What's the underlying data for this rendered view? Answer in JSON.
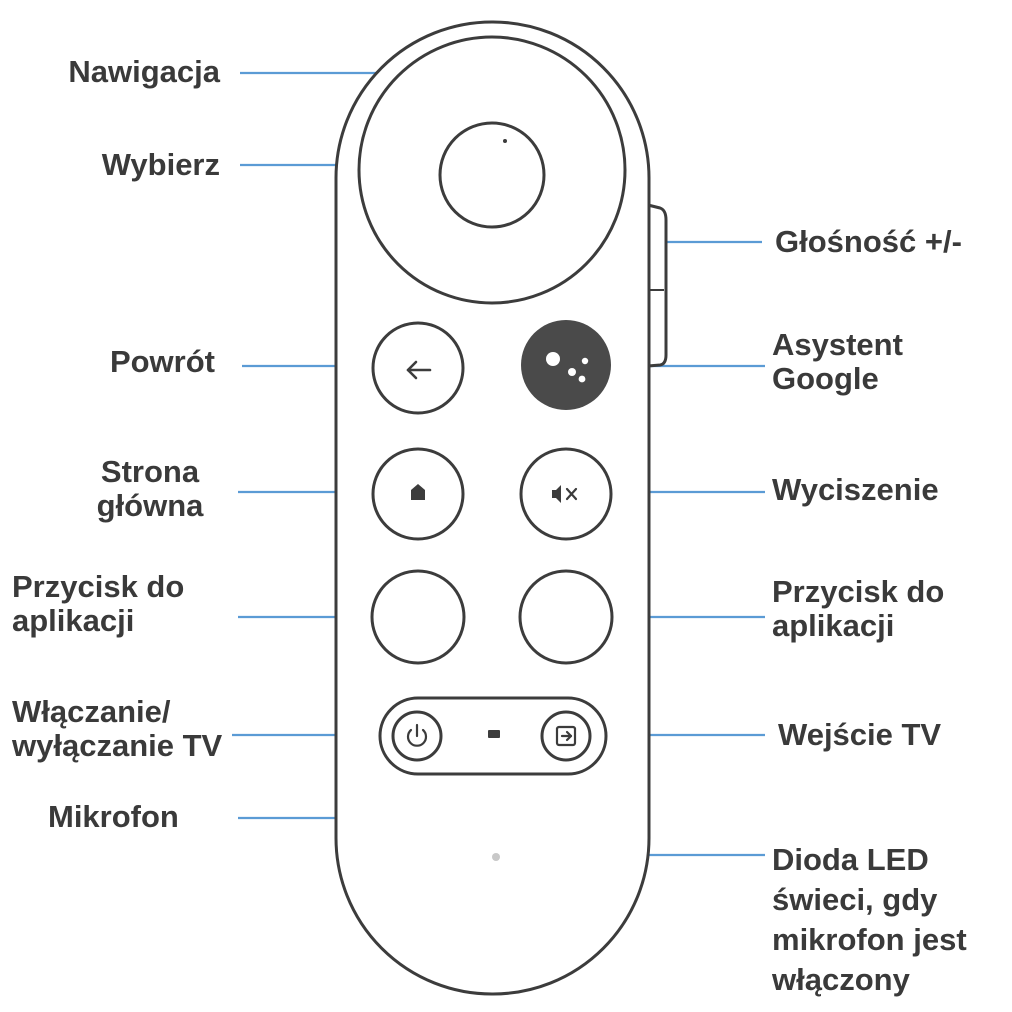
{
  "colors": {
    "outline": "#3c3c3c",
    "leader_line": "#5b9bd5",
    "label_text": "#3a3a3a",
    "assistant_button": "#4a4a4a",
    "led": "#c8c8c8"
  },
  "labels": {
    "navigation": "Nawigacja",
    "select": "Wybierz",
    "volume": "Głośność +/-",
    "back": "Powrót",
    "assistant": [
      "Asystent",
      "Google"
    ],
    "home": [
      "Strona",
      "główna"
    ],
    "mute": "Wyciszenie",
    "app_button_left": [
      "Przycisk do",
      "aplikacji"
    ],
    "app_button_right": [
      "Przycisk do",
      "aplikacji"
    ],
    "tv_power": [
      "Włączanie/",
      "wyłączanie TV"
    ],
    "tv_input": "Wejście TV",
    "microphone": "Mikrofon",
    "led": [
      "Dioda LED",
      "świeci, gdy",
      "mikrofon jest",
      "włączony"
    ]
  },
  "icons": {
    "back_button": "arrow-left-icon",
    "assistant_button": "google-assistant-icon",
    "home_button": "home-icon",
    "mute_button": "speaker-mute-icon",
    "power_button": "power-icon",
    "input_button": "tv-input-icon"
  }
}
